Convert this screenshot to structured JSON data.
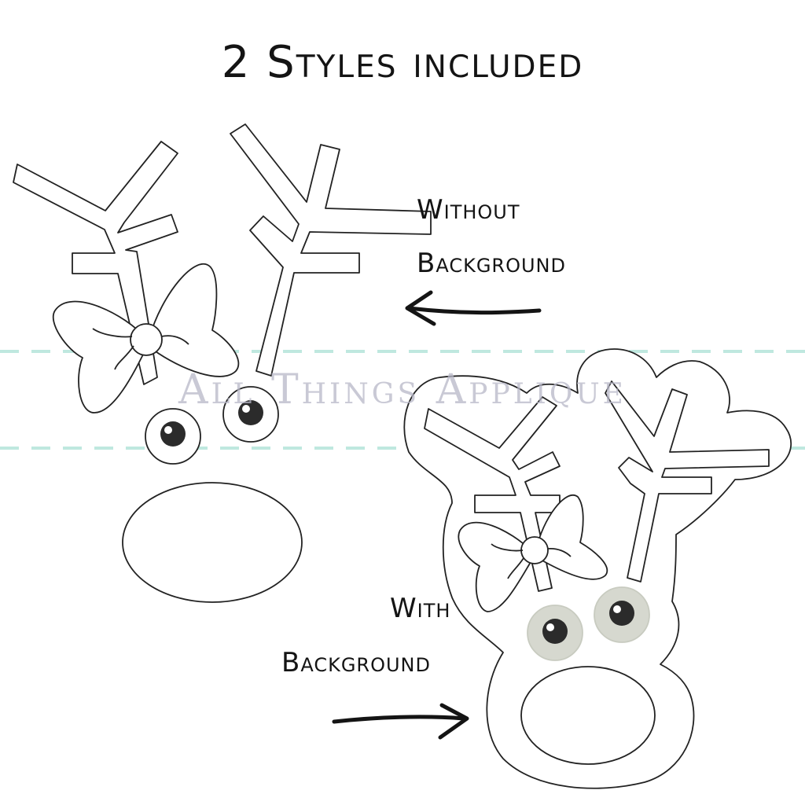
{
  "heading": "2 Styles included",
  "captions": {
    "without_line1": "Without",
    "without_line2": "Background",
    "with_line1": "With",
    "with_line2": "Background"
  },
  "watermark": "All Things Applique",
  "colors": {
    "outline": "#222222",
    "watermark_text": "#b8b8c8",
    "dash": "#bfe8df",
    "eye_fill_design_b": "#d6d8cf"
  }
}
